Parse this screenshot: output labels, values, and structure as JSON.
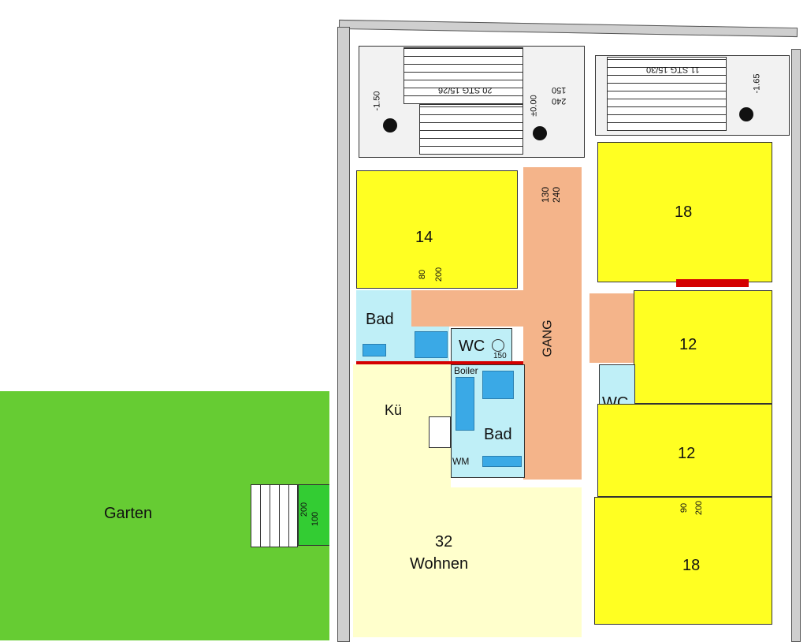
{
  "garden": {
    "label": "Garten"
  },
  "rooms": {
    "room_14": "14",
    "room_18_top": "18",
    "room_12_upper": "12",
    "room_12_lower": "12",
    "room_18_bottom": "18",
    "living_area": "32",
    "living_name": "Wohnen",
    "kitchen": "Kü",
    "bath_left": "Bad",
    "bath_center": "Bad",
    "wc_center": "WC",
    "wc_right": "WC",
    "corridor": "GANG",
    "boiler": "Boiler",
    "washing_machine": "WM"
  },
  "dimensions": {
    "d_130": "130",
    "d_240": "240",
    "d_150": "150",
    "d_240b": "240",
    "d_80": "80",
    "d_200": "200",
    "d_90": "90",
    "d_200b": "200",
    "d_100": "100",
    "d_200c": "200",
    "d_150w": "150",
    "level_zero": "±0.00",
    "level_left": "-1.50",
    "level_right": "-1.65",
    "stair_left": "20 STG 15/26",
    "stair_right": "11 STG 15/30"
  },
  "colors": {
    "garden": "#66cc33",
    "rooms": "#ffff22",
    "living": "#ffffcc",
    "corridor": "#f4b48a",
    "wet_rooms": "#bfeff7",
    "fixtures": "#3aa9e6",
    "new_walls": "#d40000"
  }
}
